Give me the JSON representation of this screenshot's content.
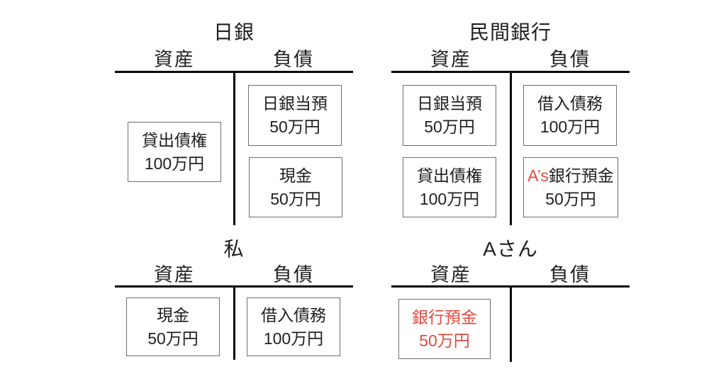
{
  "colors": {
    "text": "#1f1f1f",
    "red": "#e04b3e",
    "line": "#000000",
    "box_border": "#6e6e6e"
  },
  "accounts": [
    {
      "id": "bank-of-japan",
      "title": "日銀",
      "assets_label": "資産",
      "liabilities_label": "負債",
      "assets": [
        {
          "name": "貸出債権",
          "amount": "100万円"
        }
      ],
      "liabilities": [
        {
          "name": "日銀当預",
          "amount": "50万円"
        },
        {
          "name": "現金",
          "amount": "50万円"
        }
      ]
    },
    {
      "id": "private-bank",
      "title": "民間銀行",
      "assets_label": "資産",
      "liabilities_label": "負債",
      "assets": [
        {
          "name": "日銀当預",
          "amount": "50万円"
        },
        {
          "name": "貸出債権",
          "amount": "100万円"
        }
      ],
      "liabilities": [
        {
          "name": "借入債務",
          "amount": "100万円"
        },
        {
          "name_prefix": "A’s",
          "name": "銀行預金",
          "amount": "50万円"
        }
      ]
    },
    {
      "id": "me",
      "title": "私",
      "assets_label": "資産",
      "liabilities_label": "負債",
      "assets": [
        {
          "name": "現金",
          "amount": "50万円"
        }
      ],
      "liabilities": [
        {
          "name": "借入債務",
          "amount": "100万円"
        }
      ]
    },
    {
      "id": "person-a",
      "title": "Aさん",
      "assets_label": "資産",
      "liabilities_label": "負債",
      "assets": [
        {
          "name": "銀行預金",
          "amount": "50万円",
          "highlight": true
        }
      ],
      "liabilities": []
    }
  ]
}
